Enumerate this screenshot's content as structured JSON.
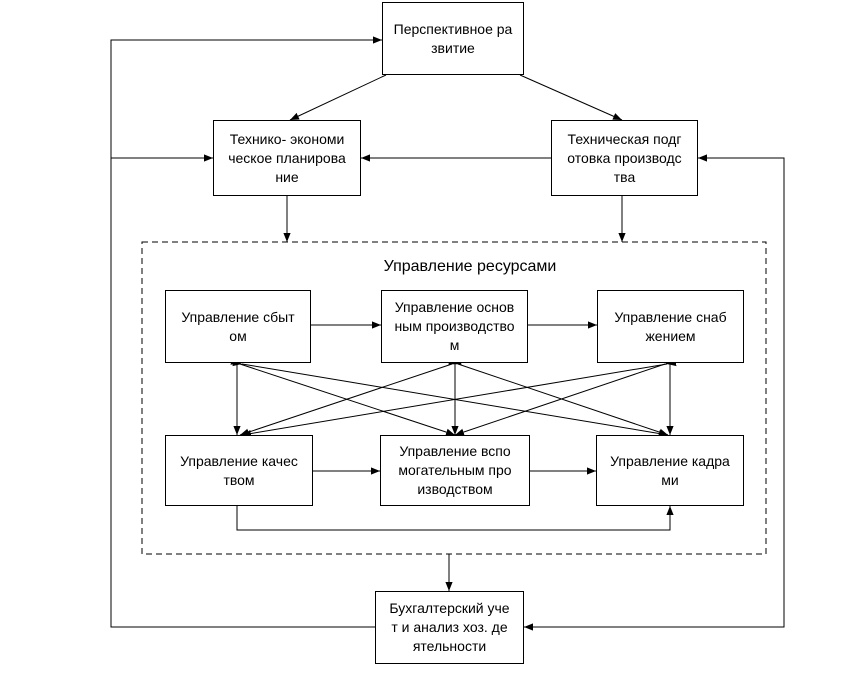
{
  "diagram": {
    "group_title": "Управление ресурсами",
    "nodes": {
      "perspective": {
        "lines": [
          "Перспективное ра",
          "звитие"
        ]
      },
      "tech_econ": {
        "lines": [
          "Технико- экономи",
          "ческое планирова",
          "ние"
        ]
      },
      "tech_prep": {
        "lines": [
          "Техническая подг",
          "отовка производс",
          "тва"
        ]
      },
      "sales": {
        "lines": [
          "Управление сбыт",
          "ом"
        ]
      },
      "main_prod": {
        "lines": [
          "Управление основ",
          "ным производство",
          "м"
        ]
      },
      "supply": {
        "lines": [
          "Управление снаб",
          "жением"
        ]
      },
      "quality": {
        "lines": [
          "Управление качес",
          "твом"
        ]
      },
      "aux_prod": {
        "lines": [
          "Управление вспо",
          "могательным про",
          "изводством"
        ]
      },
      "hr": {
        "lines": [
          "Управление кадра",
          "ми"
        ]
      },
      "accounting": {
        "lines": [
          "Бухгалтерский уче",
          "т и анализ хоз. де",
          "ятельности"
        ]
      }
    }
  }
}
